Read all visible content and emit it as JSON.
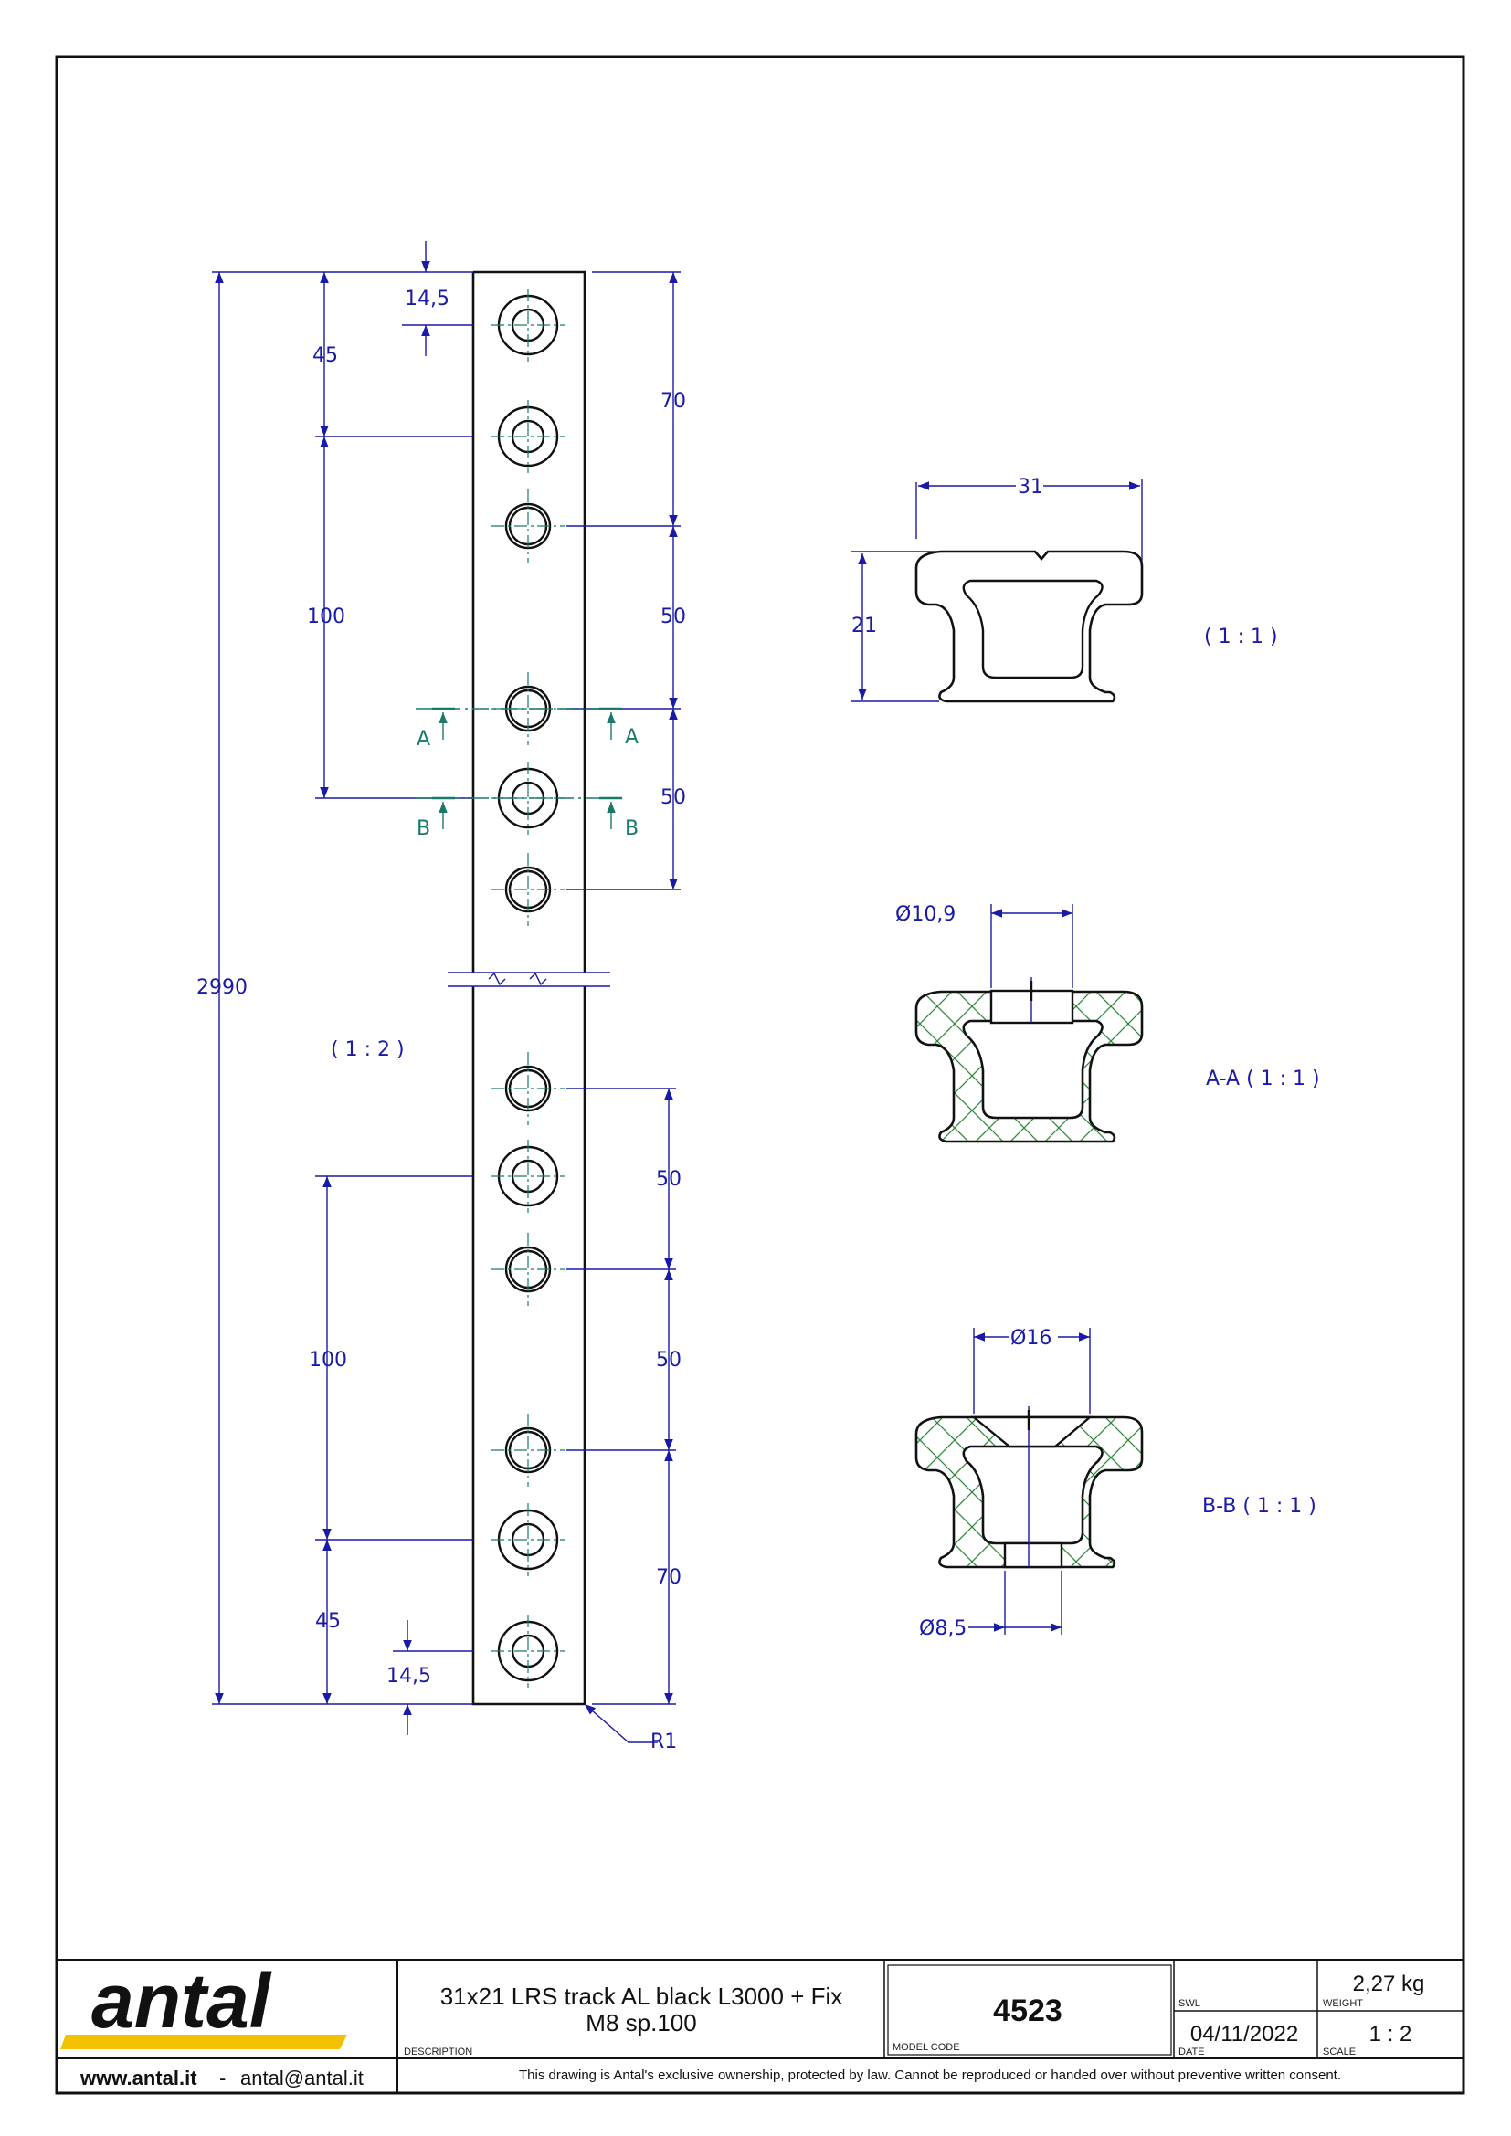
{
  "drawing": {
    "main_view": {
      "scale_label": "( 1 : 2 )",
      "dims": {
        "top_offset": "14,5",
        "bottom_offset": "14,5",
        "top_45": "45",
        "bottom_45": "45",
        "left_100_top": "100",
        "left_100_bottom": "100",
        "total_length": "2990",
        "right_70_top": "70",
        "right_50_a": "50",
        "right_50_b": "50",
        "right_50_c": "50",
        "right_50_d": "50",
        "right_70_bottom": "70",
        "radius": "R1"
      },
      "section_marks": {
        "a": "A",
        "b": "B"
      }
    },
    "profile_view": {
      "width_dim": "31",
      "height_dim": "21",
      "scale_label": "( 1 : 1 )"
    },
    "section_a": {
      "label": "A-A ( 1 : 1 )",
      "diameter": "Ø10,9"
    },
    "section_b": {
      "label": "B-B ( 1 : 1 )",
      "diameter_top": "Ø16",
      "diameter_bottom": "Ø8,5"
    }
  },
  "title_block": {
    "brand": "antal",
    "website": "www.antal.it",
    "separator": "-",
    "email": "antal@antal.it",
    "description_lines": [
      "31x21 LRS track AL black L3000 + Fix",
      "M8 sp.100"
    ],
    "description_caption": "DESCRIPTION",
    "model_code": "4523",
    "model_code_caption": "MODEL CODE",
    "swl_caption": "SWL",
    "weight": "2,27 kg",
    "weight_caption": "WEIGHT",
    "date": "04/11/2022",
    "date_caption": "DATE",
    "scale": "1 : 2",
    "scale_caption": "SCALE",
    "disclaimer": "This drawing is Antal's exclusive ownership, protected by law. Cannot be reproduced or handed over without preventive written consent."
  },
  "colors": {
    "dimension": "#1a1aa8",
    "center_line": "#1a7a6a",
    "hatch": "#2e8b3a",
    "outline": "#111111",
    "brand_yellow": "#f2c200"
  }
}
